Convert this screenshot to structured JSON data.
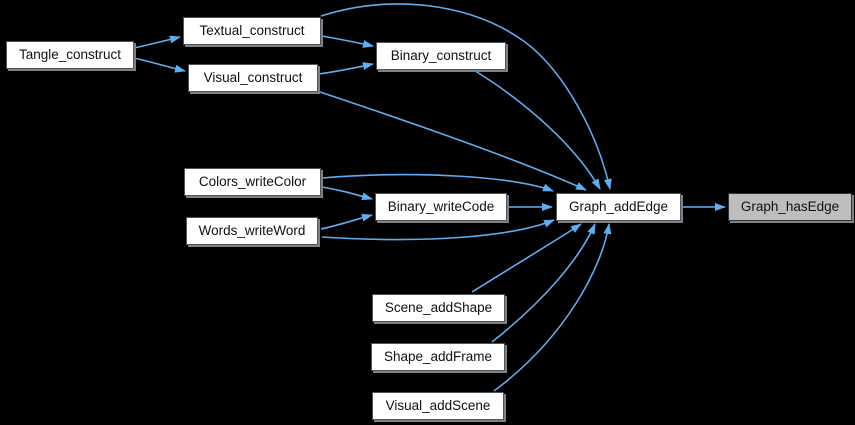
{
  "diagram": {
    "kind": "doxygen-caller-graph",
    "focus_function": "Graph_hasEdge",
    "colors": {
      "background": "#000000",
      "edge": "#60acf0",
      "node_fill": "#ffffff",
      "node_border": "#50555a",
      "node_shadow": "#7e8287",
      "current_node_fill": "#bebebe",
      "current_node_border": "#2e3236",
      "text": "#111111"
    }
  },
  "nodes": [
    {
      "id": "tangle_construct",
      "label": "Tangle_construct",
      "kind": "caller"
    },
    {
      "id": "textual_construct",
      "label": "Textual_construct",
      "kind": "caller"
    },
    {
      "id": "visual_construct",
      "label": "Visual_construct",
      "kind": "caller"
    },
    {
      "id": "binary_construct",
      "label": "Binary_construct",
      "kind": "caller"
    },
    {
      "id": "colors_writecolor",
      "label": "Colors_writeColor",
      "kind": "caller"
    },
    {
      "id": "words_writeword",
      "label": "Words_writeWord",
      "kind": "caller"
    },
    {
      "id": "binary_writecode",
      "label": "Binary_writeCode",
      "kind": "caller"
    },
    {
      "id": "graph_addedge",
      "label": "Graph_addEdge",
      "kind": "caller"
    },
    {
      "id": "graph_hasedge",
      "label": "Graph_hasEdge",
      "kind": "current"
    },
    {
      "id": "scene_addshape",
      "label": "Scene_addShape",
      "kind": "caller"
    },
    {
      "id": "shape_addframe",
      "label": "Shape_addFrame",
      "kind": "caller"
    },
    {
      "id": "visual_addscene",
      "label": "Visual_addScene",
      "kind": "caller"
    }
  ],
  "edges": [
    {
      "from": "Tangle_construct",
      "to": "Textual_construct"
    },
    {
      "from": "Tangle_construct",
      "to": "Visual_construct"
    },
    {
      "from": "Textual_construct",
      "to": "Binary_construct"
    },
    {
      "from": "Textual_construct",
      "to": "Graph_addEdge"
    },
    {
      "from": "Visual_construct",
      "to": "Binary_construct"
    },
    {
      "from": "Visual_construct",
      "to": "Graph_addEdge"
    },
    {
      "from": "Binary_construct",
      "to": "Graph_addEdge"
    },
    {
      "from": "Colors_writeColor",
      "to": "Binary_writeCode"
    },
    {
      "from": "Colors_writeColor",
      "to": "Graph_addEdge"
    },
    {
      "from": "Words_writeWord",
      "to": "Binary_writeCode"
    },
    {
      "from": "Words_writeWord",
      "to": "Graph_addEdge"
    },
    {
      "from": "Binary_writeCode",
      "to": "Graph_addEdge"
    },
    {
      "from": "Graph_addEdge",
      "to": "Graph_hasEdge"
    },
    {
      "from": "Scene_addShape",
      "to": "Graph_addEdge"
    },
    {
      "from": "Shape_addFrame",
      "to": "Graph_addEdge"
    },
    {
      "from": "Visual_addScene",
      "to": "Graph_addEdge"
    }
  ]
}
